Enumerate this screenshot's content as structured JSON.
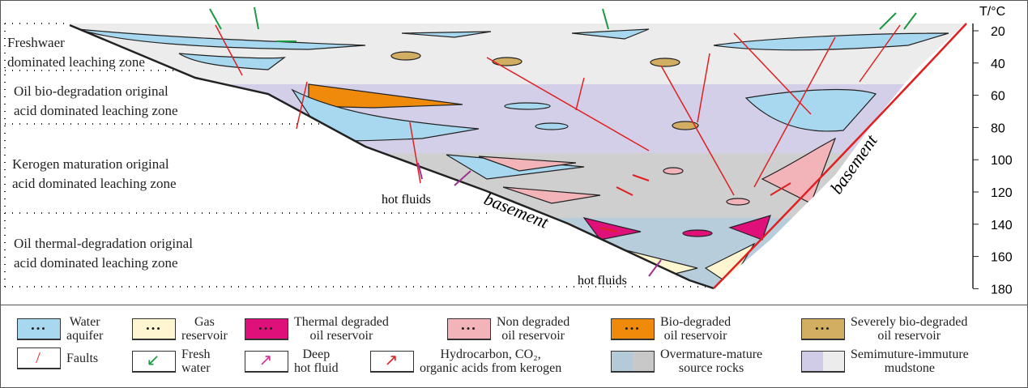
{
  "axis": {
    "title": "T/°C",
    "ticks": [
      "20",
      "40",
      "60",
      "80",
      "100",
      "120",
      "140",
      "160",
      "180"
    ]
  },
  "zones": [
    {
      "line1": "Freshwaer",
      "line2": "dominated leaching zone"
    },
    {
      "line1": "Oil bio-degradation original",
      "line2": "acid dominated leaching zone"
    },
    {
      "line1": "Kerogen maturation  original",
      "line2": "acid dominated leaching zone"
    },
    {
      "line1": "Oil thermal-degradation original",
      "line2": "acid dominated leaching zone"
    }
  ],
  "labels": {
    "basement_left": "basement",
    "basement_right": "basement",
    "hot_fluids_1": "hot fluids",
    "hot_fluids_2": "hot fluids"
  },
  "legend": [
    {
      "label1": "Water",
      "label2": "aquifer",
      "color": "#a8d8f0"
    },
    {
      "label1": "Gas",
      "label2": "reservoir",
      "color": "#fdf6d0"
    },
    {
      "label1": "Thermal degraded",
      "label2": "oil reservoir",
      "color": "#e0107a"
    },
    {
      "label1": "Non degraded",
      "label2": "oil reservoir",
      "color": "#f2b4b8"
    },
    {
      "label1": "Bio-degraded",
      "label2": "oil reservoir",
      "color": "#f08a0a"
    },
    {
      "label1": "Severely bio-degraded",
      "label2": "oil reservoir",
      "color": "#d2ae62"
    },
    {
      "label1": "Faults",
      "label2": "",
      "color": "#e02020"
    },
    {
      "label1": "Fresh",
      "label2": "water",
      "color": "#1a9a40"
    },
    {
      "label1": "Deep",
      "label2": "hot fluid",
      "color": "#d0309a"
    },
    {
      "label1": "Hydrocarbon, CO₂,",
      "label2": "organic acids from kerogen",
      "color": "#e02020"
    },
    {
      "label1": "Overmature-mature",
      "label2": "source rocks",
      "color": "#b4cad8"
    },
    {
      "label1": "Semimuture-immuture",
      "label2": "mudstone",
      "color": "#d0cbe6"
    }
  ]
}
